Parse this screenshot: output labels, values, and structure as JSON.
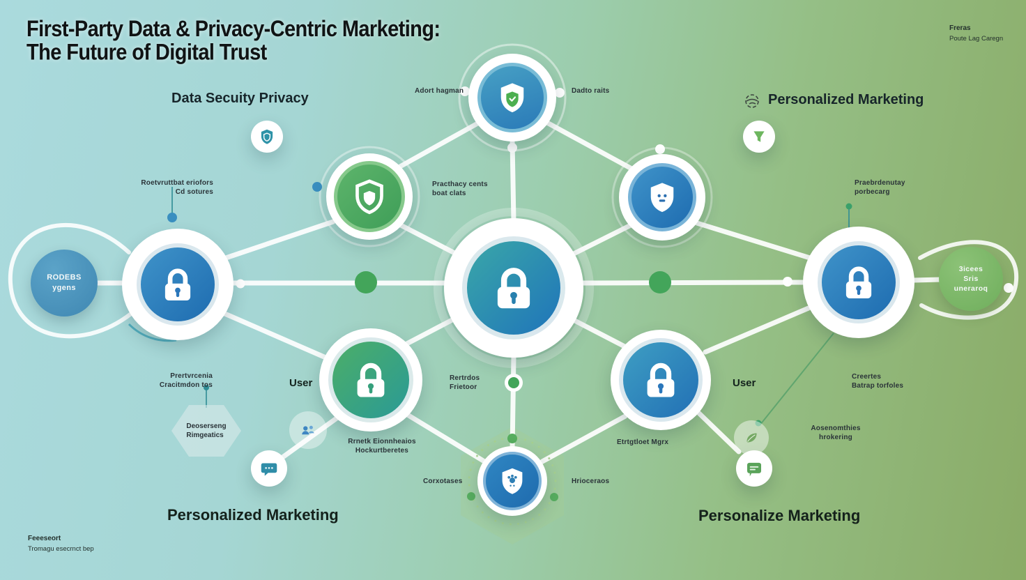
{
  "title": {
    "line1": "First-Party Data & Privacy-Centric Marketing:",
    "line2": "The Future of Digital Trust"
  },
  "corner_note": {
    "heading": "Freras",
    "sub": "Poute Lag Caregn"
  },
  "footer_note": {
    "heading": "Feeeseort",
    "sub": "Tromagu esecrnct bep"
  },
  "section_labels": {
    "data_security": "Data Secuity Privacy",
    "personalized_marketing_top": "Personalized Marketing",
    "personalized_marketing_bottom_left": "Personalized Marketing",
    "personalize_marketing_bottom_right": "Personalize Marketing"
  },
  "annotations": {
    "adort": "Adort hagman",
    "dacto": "Dadto raits",
    "practhacy": "Practhacy cents\nboat clats",
    "roetvrut": "Roetvruttbat eriofors\nCd sotures",
    "praebr": "Praebrdenutay\nporbecarg",
    "prertv": "Prertvrcenia\nCracitmdon tos",
    "user_left": "User",
    "deoser": "Deoserseng\nRimgeatics",
    "rrnetk": "Rrnetk Eionnheaios\nHockurtberetes",
    "rertrdos": "Rertrdos\nFrietoor",
    "corxotases": "Corxotases",
    "hrioceraos": "Hrioceraos",
    "etrtgt": "Etrtgtloet Mgrx",
    "user_right": "User",
    "creertes": "Creertes\nBatrap torfoles",
    "aosenom": "Aosenomthies\nhrokering"
  },
  "node_texts": {
    "left_circle": "RODEBS\nygens",
    "right_circle": "3icees\nSris\nuneraroq"
  },
  "icons": [
    "shield-check-icon",
    "shield-outline-icon",
    "shield-dots-icon",
    "paw-shield-icon",
    "lock-icon",
    "chat-bubble-icon",
    "message-card-icon",
    "funnel-icon",
    "sketch-globe-icon",
    "users-icon",
    "leaf-icon"
  ],
  "colors": {
    "background_left": "#aadadd",
    "background_right": "#8aab66",
    "node_blue": "#2b77bb",
    "node_teal_blue": "#2f9b9b",
    "node_green": "#4caf68",
    "green_dot": "#43a55a",
    "blue_dot": "#3a8fc0",
    "line_white": "#ffffff"
  }
}
